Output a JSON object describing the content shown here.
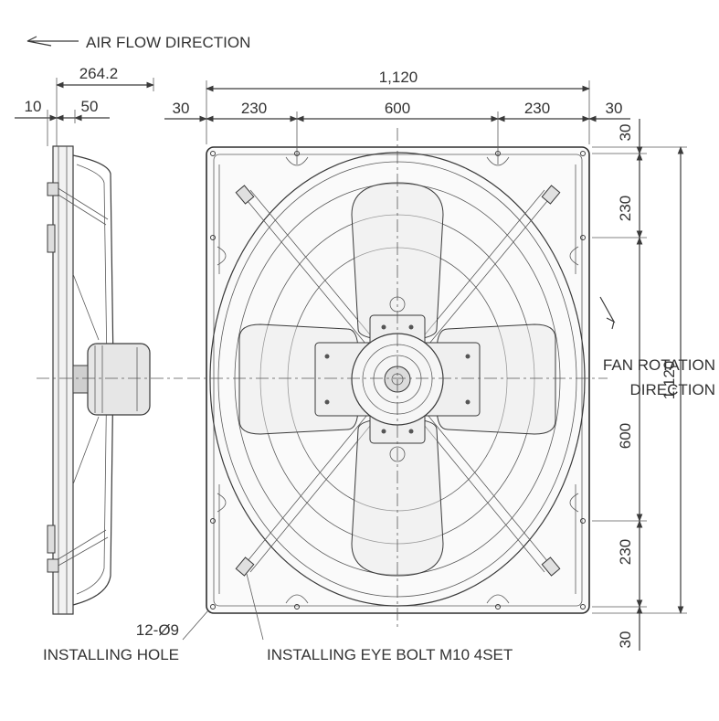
{
  "labels": {
    "air_flow": "AIR FLOW DIRECTION",
    "fan_rotation_1": "FAN ROTATION",
    "fan_rotation_2": "DIRECTION",
    "hole_count": "12-Ø9",
    "installing_hole": "INSTALLING HOLE",
    "eye_bolt": "INSTALLING EYE BOLT M10 4SET"
  },
  "side_dims": {
    "depth": "264.2",
    "flange": "10",
    "offset": "50"
  },
  "top_dims": {
    "overall": "1,120",
    "margin_left": "30",
    "seg_left": "230",
    "seg_mid": "600",
    "seg_right": "230",
    "margin_right": "30"
  },
  "right_dims": {
    "overall": "1,120",
    "margin_top": "30",
    "seg_top": "230",
    "seg_mid": "600",
    "seg_bottom": "230",
    "margin_bottom": "30"
  }
}
